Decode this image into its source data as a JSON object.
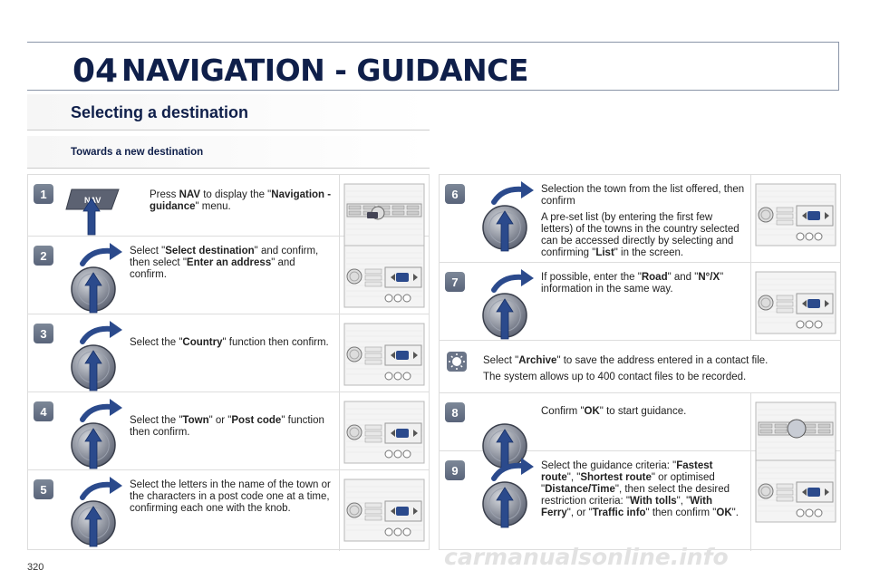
{
  "header": {
    "chapter_number": "04",
    "chapter_title": "NAVIGATION - GUIDANCE"
  },
  "section": {
    "title": "Selecting a destination",
    "subtitle": "Towards a new destination"
  },
  "steps_left": [
    {
      "num": "1",
      "icon": "nav-button-icon",
      "thumb": "head-unit-panel-icon",
      "text": [
        {
          "t": "Press "
        },
        {
          "b": "NAV"
        },
        {
          "t": " to display the \""
        },
        {
          "b": "Navigation - guidance"
        },
        {
          "t": "\" menu."
        }
      ]
    },
    {
      "num": "2",
      "icon": "knob-turn-push-icon",
      "thumb": "control-panel-icon",
      "text": [
        {
          "t": "Select \""
        },
        {
          "b": "Select destination"
        },
        {
          "t": "\" and confirm, then select \""
        },
        {
          "b": "Enter an address"
        },
        {
          "t": "\" and confirm."
        }
      ]
    },
    {
      "num": "3",
      "icon": "knob-turn-push-icon",
      "thumb": "control-panel-icon",
      "text": [
        {
          "t": "Select the \""
        },
        {
          "b": "Country"
        },
        {
          "t": "\" function then confirm."
        }
      ]
    },
    {
      "num": "4",
      "icon": "knob-turn-push-icon",
      "thumb": "control-panel-icon",
      "text": [
        {
          "t": "Select the \""
        },
        {
          "b": "Town"
        },
        {
          "t": "\" or \""
        },
        {
          "b": "Post code"
        },
        {
          "t": "\" function then confirm."
        }
      ]
    },
    {
      "num": "5",
      "icon": "knob-turn-push-icon",
      "thumb": "control-panel-icon",
      "text": [
        {
          "t": "Select the letters in the name of the town or the characters in a post code one at a time, confirming each one with the knob."
        }
      ]
    }
  ],
  "steps_right": [
    {
      "num": "6",
      "icon": "knob-turn-push-icon",
      "thumb": "control-panel-icon",
      "text": [
        {
          "t": "Selection the town from the list offered, then confirm"
        }
      ],
      "text2": [
        {
          "t": "A pre-set list (by entering the first few letters) of the towns in the country selected can be accessed directly by selecting and confirming \""
        },
        {
          "b": "List"
        },
        {
          "t": "\" in the screen."
        }
      ]
    },
    {
      "num": "7",
      "icon": "knob-turn-push-icon",
      "thumb": "control-panel-icon",
      "text": [
        {
          "t": "If possible, enter the \""
        },
        {
          "b": "Road"
        },
        {
          "t": "\" and \""
        },
        {
          "b": "N°/X"
        },
        {
          "t": "\" information in the same way."
        }
      ]
    },
    {
      "num": "",
      "icon": "tip-bulb-icon",
      "thumb": "",
      "text": [
        {
          "t": "Select \""
        },
        {
          "b": "Archive"
        },
        {
          "t": "\" to save the address entered in a contact file."
        }
      ],
      "text2": [
        {
          "t": "The system allows up to 400 contact files to be recorded."
        }
      ]
    },
    {
      "num": "8",
      "icon": "knob-push-icon",
      "thumb": "head-unit-knob-icon",
      "text": [
        {
          "t": "Confirm \""
        },
        {
          "b": "OK"
        },
        {
          "t": "\" to start guidance."
        }
      ]
    },
    {
      "num": "9",
      "icon": "knob-turn-push-icon",
      "thumb": "control-panel-icon",
      "text": [
        {
          "t": "Select the guidance criteria: \""
        },
        {
          "b": "Fastest route"
        },
        {
          "t": "\", \""
        },
        {
          "b": "Shortest route"
        },
        {
          "t": "\" or optimised \""
        },
        {
          "b": "Distance/Time"
        },
        {
          "t": "\", then select the desired restriction criteria: \""
        },
        {
          "b": "With tolls"
        },
        {
          "t": "\", \""
        },
        {
          "b": "With Ferry"
        },
        {
          "t": "\", or \""
        },
        {
          "b": "Traffic info"
        },
        {
          "t": "\" then confirm \""
        },
        {
          "b": "OK"
        },
        {
          "t": "\"."
        }
      ]
    }
  ],
  "nav_key_label": "NAV",
  "page_number": "320",
  "watermark": "carmanualsonline.info",
  "colors": {
    "title": "#0f1f4a",
    "arrow": "#2b4a8c",
    "badge": "#6b7588"
  }
}
